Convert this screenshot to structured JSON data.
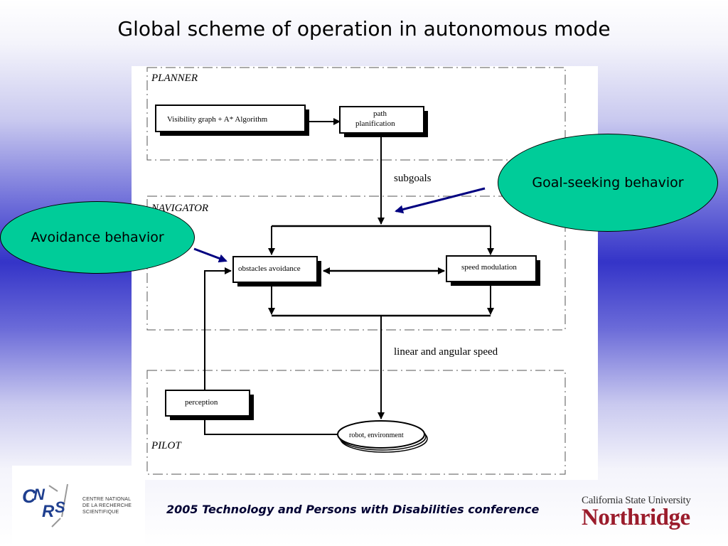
{
  "slide": {
    "title": "Global scheme of operation in autonomous mode",
    "footer_conference": "2005 Technology and Persons with Disabilities conference"
  },
  "diagram": {
    "sections": {
      "planner": "PLANNER",
      "navigator": "NAVIGATOR",
      "pilot": "PILOT"
    },
    "nodes": {
      "visibility_graph": "Visibility graph + A* Algorithm",
      "path_line1": "path",
      "path_line2": "planification",
      "obstacles_avoidance": "obstacles avoidance",
      "speed_modulation": "speed modulation",
      "perception": "perception",
      "robot_environment": "robot, environment"
    },
    "edge_labels": {
      "subgoals": "subgoals",
      "linear_angular": "linear and angular speed"
    }
  },
  "callouts": {
    "goal_seeking": "Goal-seeking behavior",
    "avoidance": "Avoidance behavior"
  },
  "logos": {
    "cnrs_lines": [
      "CENTRE NATIONAL",
      "DE LA RECHERCHE",
      "SCIENTIFIQUE"
    ],
    "cnrs_mark": "CNRS",
    "csun_top": "California State University",
    "csun_bottom": "Northridge"
  },
  "colors": {
    "callout_fill": "#00cc99",
    "callout_arrow": "#000080",
    "csun_red": "#9b1c2c"
  }
}
